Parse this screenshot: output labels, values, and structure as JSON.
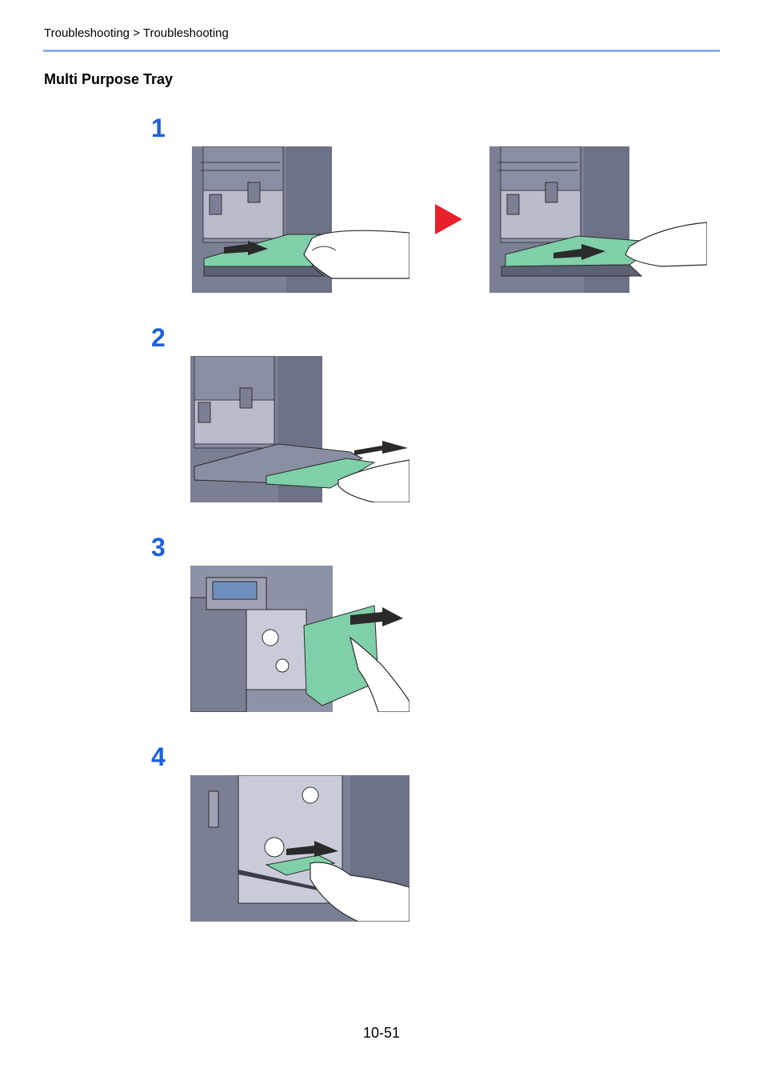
{
  "header": {
    "breadcrumb": "Troubleshooting > Troubleshooting"
  },
  "section": {
    "title": "Multi Purpose Tray"
  },
  "steps": [
    {
      "number": "1"
    },
    {
      "number": "2"
    },
    {
      "number": "3"
    },
    {
      "number": "4"
    }
  ],
  "footer": {
    "page_number": "10-51"
  },
  "colors": {
    "accent_blue": "#1e5fe0",
    "rule_blue": "#8fb1ec",
    "arrow_red": "#e8202a",
    "machine_gray": "#7b7f94",
    "paper_green": "#7fcfa8"
  }
}
